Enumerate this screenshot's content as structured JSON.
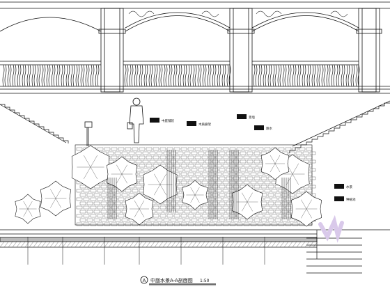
{
  "drawing": {
    "title_marker": "A",
    "title": "中庭水景A-A剖面图",
    "scale": "1:50",
    "subtitle": "",
    "watermark": "",
    "callouts": [
      {
        "id": "c1",
        "text": "中庭铺装"
      },
      {
        "id": "c2",
        "text": "木质廊架"
      },
      {
        "id": "c3",
        "text": "景墙"
      },
      {
        "id": "c4",
        "text": "跌水"
      },
      {
        "id": "c5",
        "text": "水景"
      },
      {
        "id": "c6",
        "text": "种植池"
      }
    ]
  }
}
